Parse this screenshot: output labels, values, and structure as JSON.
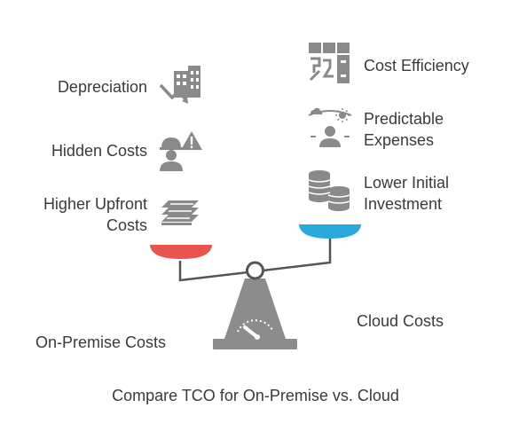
{
  "left_group": {
    "title": "On-Premise Costs",
    "items": [
      {
        "label": "Depreciation",
        "icon": "depreciation-building-icon"
      },
      {
        "label": "Hidden Costs",
        "icon": "worker-warning-icon"
      },
      {
        "label_line1": "Higher Upfront",
        "label_line2": "Costs",
        "icon": "money-stack-icon"
      }
    ],
    "pan_color": "#e85550"
  },
  "right_group": {
    "title": "Cloud Costs",
    "items": [
      {
        "label": "Cost Efficiency",
        "icon": "server-rack-icon"
      },
      {
        "label_line1": "Predictable",
        "label_line2": "Expenses",
        "icon": "person-weather-icon"
      },
      {
        "label_line1": "Lower Initial",
        "label_line2": "Investment",
        "icon": "coin-stacks-icon"
      }
    ],
    "pan_color": "#2aa9dd"
  },
  "caption": "Compare TCO for On-Premise vs. Cloud",
  "colors": {
    "icon_gray": "#8a8a8a",
    "beam": "#555555",
    "base": "#8c8c8c"
  }
}
